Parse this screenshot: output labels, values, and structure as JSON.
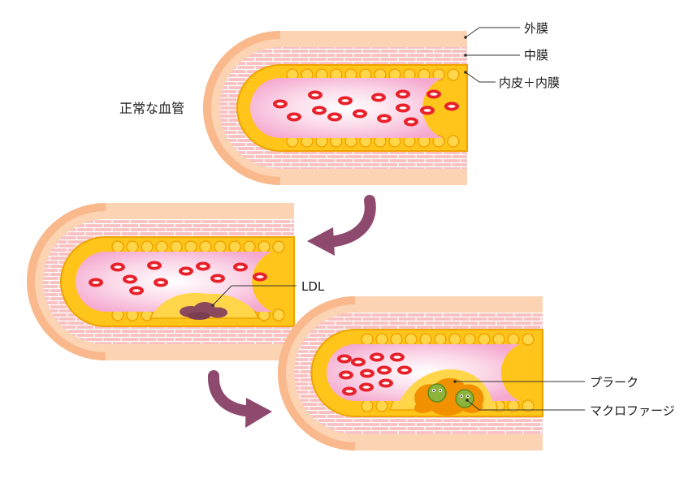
{
  "labels": {
    "normal_vessel": "正常な血管",
    "adventitia": "外膜",
    "media": "中膜",
    "intima": "内皮＋内膜",
    "ldl": "LDL",
    "plaque": "プラーク",
    "macrophage": "マクロファージ"
  },
  "colors": {
    "outer_wall": "#f9b98c",
    "outer_wall_edge": "#f5a878",
    "adventitia": "#fcd3b3",
    "media": "#f8c0c0",
    "media_line": "#ffffff",
    "intima": "#ffc51a",
    "intima_edge": "#f0a300",
    "lumen": "#f9c4de",
    "lumen_center": "#ffffff",
    "red_cell": "#e8202a",
    "ldl": "#8c4a5e",
    "plaque": "#f29100",
    "macrophage": "#8cb43c",
    "arrow": "#8e4a6e",
    "leader_line": "#333333"
  }
}
